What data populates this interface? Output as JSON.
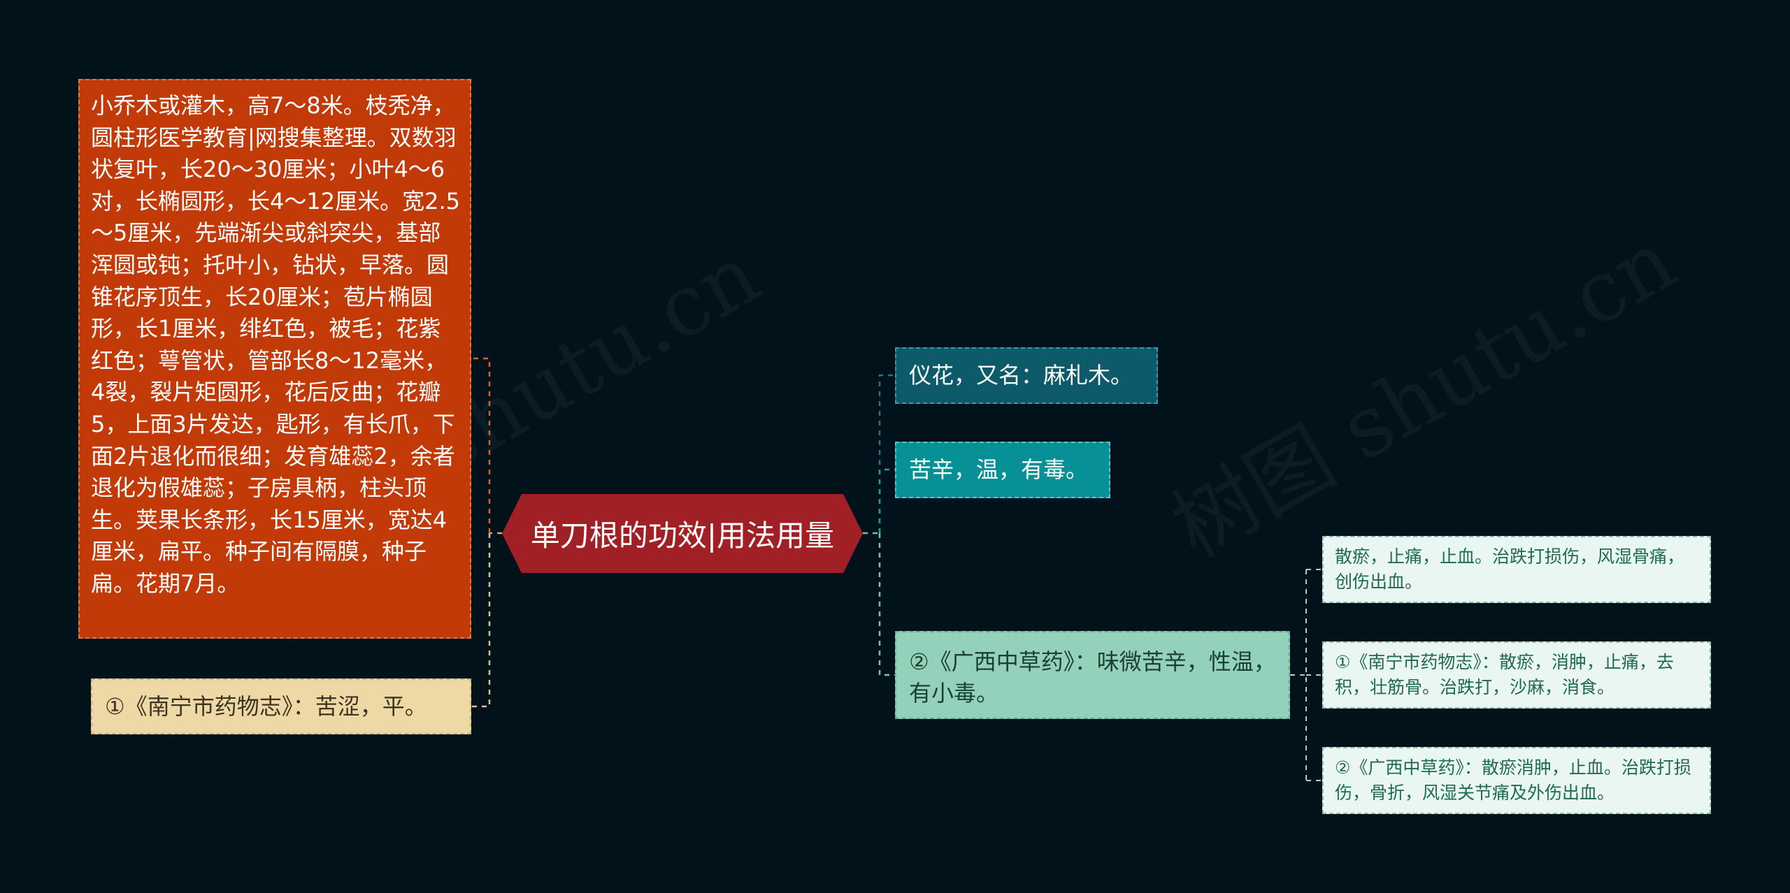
{
  "watermark": "树图 shutu.cn",
  "root": {
    "label": "单刀根的功效|用法用量"
  },
  "left": {
    "description": "小乔木或灌木，高7～8米。枝秃净，圆柱形医学教育|网搜集整理。双数羽状复叶，长20～30厘米；小叶4～6对，长椭圆形，长4～12厘米。宽2.5～5厘米，先端渐尖或斜突尖，基部浑圆或钝；托叶小，钻状，早落。圆锥花序顶生，长20厘米；苞片椭圆形，长1厘米，绯红色，被毛；花紫红色；萼管状，管部长8～12毫米，4裂，裂片矩圆形，花后反曲；花瓣5，上面3片发达，匙形，有长爪，下面2片退化而很细；发育雄蕊2，余者退化为假雄蕊；子房具柄，柱头顶生。荚果长条形，长15厘米，宽达4厘米，扁平。种子间有隔膜，种子扁。花期7月。",
    "taste": "①《南宁市药物志》：苦涩，平。"
  },
  "right": {
    "alias": "仪花，又名：麻札木。",
    "property": "苦辛，温，有毒。",
    "guangxi": "②《广西中草药》：味微苦辛，性温，有小毒。",
    "effects": [
      "散瘀，止痛，止血。治跌打损伤，风湿骨痛，创伤出血。",
      "①《南宁市药物志》：散瘀，消肿，止痛，去积，壮筋骨。治跌打，沙麻，消食。",
      "②《广西中草药》：散瘀消肿，止血。治跌打损伤，骨折，风湿关节痛及外伤出血。"
    ]
  },
  "colors": {
    "background": "#02121b",
    "root": "#a02026",
    "description": "#c13a07",
    "taste": "#eed9a6",
    "alias": "#0d5a6b",
    "property": "#079196",
    "guangxi": "#93d1bb",
    "effects": "#eaf6f1"
  }
}
